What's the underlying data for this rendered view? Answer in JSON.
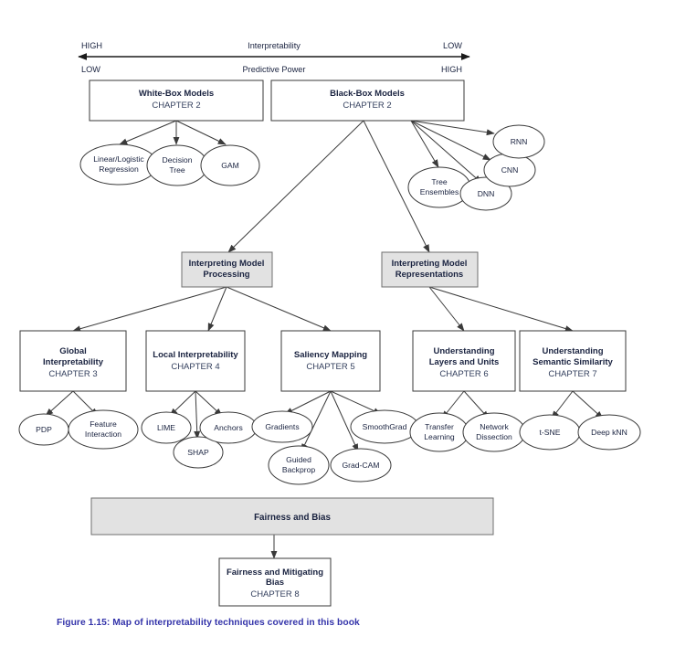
{
  "figure": {
    "caption": "Figure 1.15: Map of interpretability techniques covered in this book",
    "caption_color": "#3434aa",
    "background": "#ffffff",
    "box_fill": "#ffffff",
    "gray_fill": "#e2e2e2",
    "stroke": "#3a3a3a",
    "text_color": "#1a2340"
  },
  "axis": {
    "top_label": "Interpretability",
    "bottom_label": "Predictive Power",
    "left_top": "HIGH",
    "left_bottom": "LOW",
    "right_top": "LOW",
    "right_bottom": "HIGH",
    "arrow_style": "double-headed"
  },
  "nodes": {
    "white_box": {
      "title": "White-Box Models",
      "chapter": "CHAPTER 2"
    },
    "black_box": {
      "title": "Black-Box Models",
      "chapter": "CHAPTER 2"
    },
    "interp_processing": {
      "title_line1": "Interpreting Model",
      "title_line2": "Processing"
    },
    "interp_representations": {
      "title_line1": "Interpreting Model",
      "title_line2": "Representations"
    },
    "global_interp": {
      "title_line1": "Global",
      "title_line2": "Interpretability",
      "chapter": "CHAPTER 3"
    },
    "local_interp": {
      "title_line1": "Local Interpretability",
      "title_line2": "",
      "chapter": "CHAPTER 4"
    },
    "saliency": {
      "title_line1": "Saliency Mapping",
      "title_line2": "",
      "chapter": "CHAPTER 5"
    },
    "layers_units": {
      "title_line1": "Understanding",
      "title_line2": "Layers and Units",
      "chapter": "CHAPTER 6"
    },
    "semantic_sim": {
      "title_line1": "Understanding",
      "title_line2": "Semantic Similarity",
      "chapter": "CHAPTER 7"
    },
    "fairness_banner": {
      "title": "Fairness and Bias"
    },
    "fairness_chapter": {
      "title_line1": "Fairness and Mitigating",
      "title_line2": "Bias",
      "chapter": "CHAPTER 8"
    }
  },
  "leaves": {
    "white_box": [
      {
        "line1": "Linear/Logistic",
        "line2": "Regression"
      },
      {
        "line1": "Decision",
        "line2": "Tree"
      },
      {
        "line1": "GAM",
        "line2": ""
      }
    ],
    "black_box": [
      {
        "line1": "Tree",
        "line2": "Ensembles"
      },
      {
        "line1": "DNN",
        "line2": ""
      },
      {
        "line1": "CNN",
        "line2": ""
      },
      {
        "line1": "RNN",
        "line2": ""
      }
    ],
    "global_interp": [
      {
        "line1": "PDP",
        "line2": ""
      },
      {
        "line1": "Feature",
        "line2": "Interaction"
      }
    ],
    "local_interp": [
      {
        "line1": "LIME",
        "line2": ""
      },
      {
        "line1": "SHAP",
        "line2": ""
      },
      {
        "line1": "Anchors",
        "line2": ""
      }
    ],
    "saliency": [
      {
        "line1": "Gradients",
        "line2": ""
      },
      {
        "line1": "Guided",
        "line2": "Backprop"
      },
      {
        "line1": "Grad-CAM",
        "line2": ""
      },
      {
        "line1": "SmoothGrad",
        "line2": ""
      }
    ],
    "layers_units": [
      {
        "line1": "Transfer",
        "line2": "Learning"
      },
      {
        "line1": "Network",
        "line2": "Dissection"
      }
    ],
    "semantic_sim": [
      {
        "line1": "t-SNE",
        "line2": ""
      },
      {
        "line1": "Deep kNN",
        "line2": ""
      }
    ]
  }
}
